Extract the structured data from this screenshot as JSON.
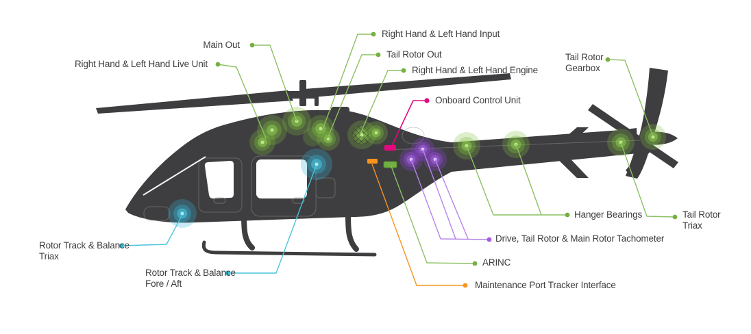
{
  "diagram": {
    "type": "annotated sensor-location diagram of a helicopter (side profile)",
    "labels": {
      "main_out": {
        "text": "Main Out",
        "color": "green"
      },
      "live_unit": {
        "text": "Right Hand & Left Hand Live Unit",
        "color": "green"
      },
      "input": {
        "text": "Right Hand & Left Hand Input",
        "color": "green"
      },
      "tail_rotor_out": {
        "text": "Tail Rotor Out",
        "color": "green"
      },
      "engine": {
        "text": "Right Hand & Left Hand Engine",
        "color": "green"
      },
      "onboard_control_unit": {
        "text": "Onboard Control Unit",
        "color": "pink"
      },
      "tail_rotor_gearbox": {
        "line1": "Tail Rotor",
        "line2": "Gearbox",
        "color": "green"
      },
      "hanger_bearings": {
        "text": "Hanger Bearings",
        "color": "green"
      },
      "tail_rotor_triax": {
        "line1": "Tail Rotor",
        "line2": "Triax",
        "color": "green"
      },
      "tachometer": {
        "text": "Drive, Tail Rotor & Main Rotor Tachometer",
        "color": "purple"
      },
      "arinc": {
        "text": "ARINC",
        "color": "green"
      },
      "maintenance_port": {
        "text": "Maintenance Port Tracker Interface",
        "color": "orange"
      },
      "rtb_triax": {
        "line1": "Rotor Track & Balance",
        "line2": "Triax",
        "color": "cyan"
      },
      "rtb_fore_aft": {
        "line1": "Rotor Track & Balance",
        "line2": "Fore / Aft",
        "color": "cyan"
      }
    },
    "colors": {
      "green_dot": "#76b043",
      "green_line": "#8cc063",
      "green_glow": "#7fbf3f",
      "pink": "#e5097f",
      "orange": "#f7941e",
      "purple_dot": "#a55ce0",
      "purple_line": "#b684ea",
      "purple_glow": "#9a4ee0",
      "cyan": "#35bad4",
      "cyan_glow": "#35b5d8",
      "helicopter_body": "#3e3e40",
      "label_text": "#3d3d3d",
      "background": "#ffffff"
    }
  }
}
